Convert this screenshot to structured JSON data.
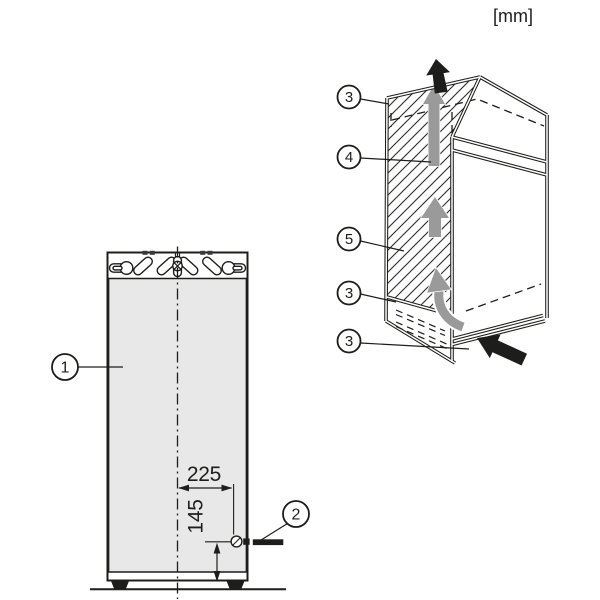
{
  "units_label": "[mm]",
  "left_view": {
    "callout_1": "1",
    "callout_2": "2",
    "dim_offset_from_center": "225",
    "dim_height_from_floor": "145"
  },
  "right_view": {
    "callout_top_panel": "3",
    "callout_top_vent": "4",
    "callout_side_wall": "5",
    "callout_floor_vent": "3",
    "callout_plinth": "3"
  },
  "colors": {
    "line": "#1d1d1b",
    "panel-fill": "#e8e8e8",
    "arrow-gray": "#9a9a9a"
  }
}
